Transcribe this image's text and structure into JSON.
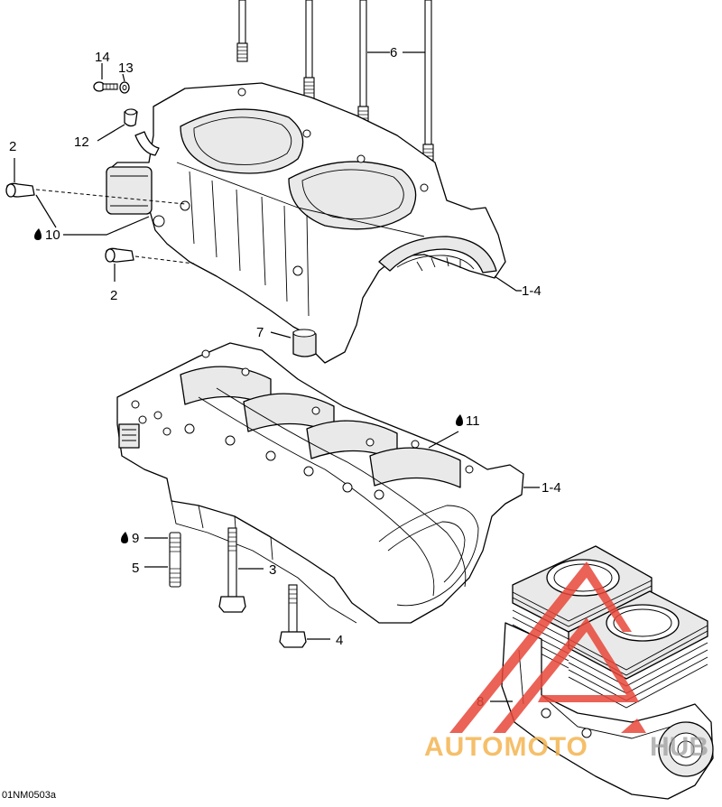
{
  "callouts": {
    "c14": "14",
    "c13": "13",
    "c12": "12",
    "c2_top": "2",
    "c10": "10",
    "c2_bottom": "2",
    "c6": "6",
    "c1_4_upper": "1-4",
    "c7": "7",
    "c11": "11",
    "c1_4_lower": "1-4",
    "c9": "9",
    "c5": "5",
    "c3": "3",
    "c4": "4",
    "c8": "8"
  },
  "drawing_code": "01NM0503a",
  "watermark": {
    "text_main": "AUTOMOTO",
    "text_tail": "HUB",
    "color": "#e8473a"
  },
  "icons": {
    "drop": "oil-drop-icon"
  }
}
